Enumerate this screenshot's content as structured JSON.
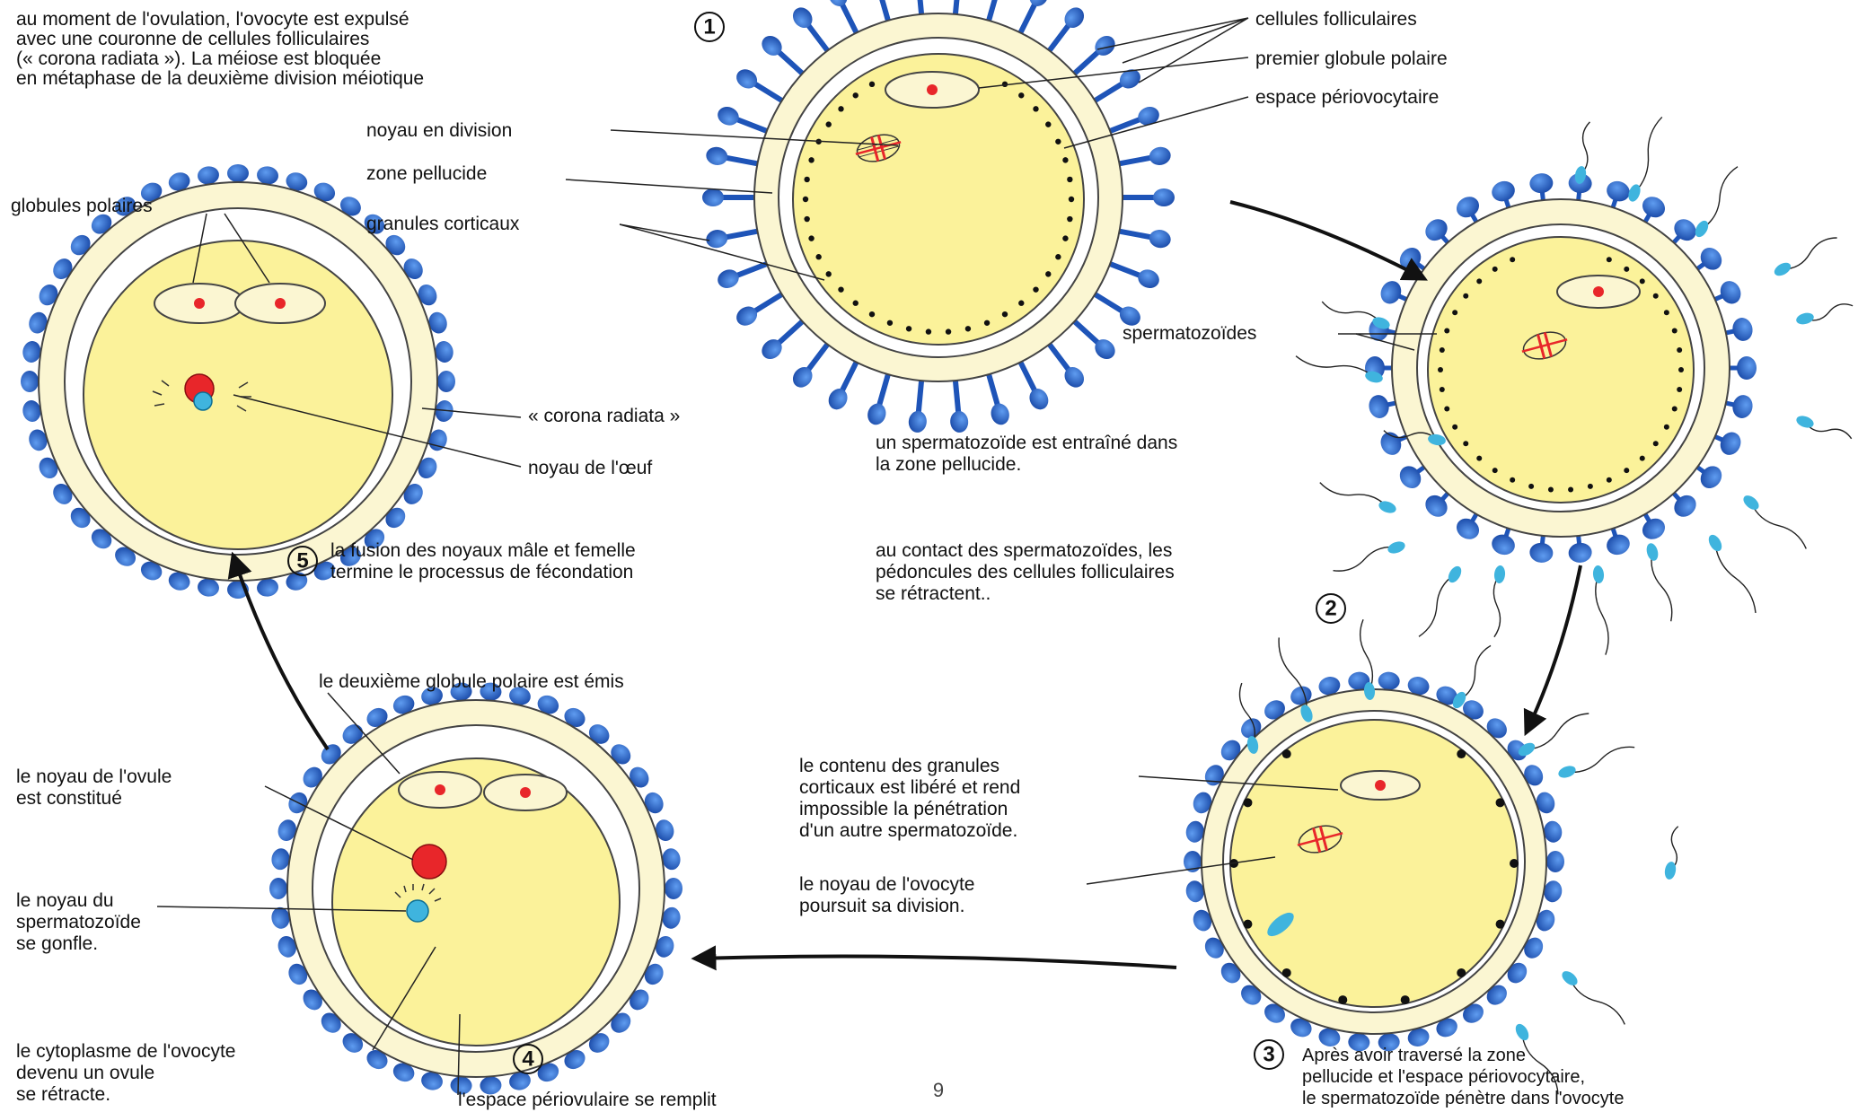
{
  "stage1": {
    "intro": [
      "au moment de l'ovulation, l'ovocyte est expulsé",
      "avec une couronne de cellules folliculaires",
      "(« corona radiata »). La méiose est bloquée",
      "en métaphase de la deuxième division méiotique"
    ],
    "number": "1",
    "labels": {
      "cellules": "cellules folliculaires",
      "premier": "premier globule polaire",
      "espace": "espace périovocytaire",
      "noyau": "noyau en division",
      "zone": "zone pellucide",
      "granules": "granules corticaux"
    }
  },
  "stage2": {
    "number": "2",
    "sperm_label": "spermatozoïdes",
    "text_a": [
      "un spermatozoïde est entraîné dans",
      "la zone pellucide."
    ],
    "text_b": [
      "au contact des spermatozoïdes, les",
      "pédoncules des cellules folliculaires",
      "se rétractent.."
    ]
  },
  "stage3": {
    "number": "3",
    "granules_text": [
      "le contenu des granules",
      "corticaux est libéré et rend",
      "impossible la pénétration",
      "d'un autre spermatozoïde."
    ],
    "noyau_text": [
      "le noyau de l'ovocyte",
      "poursuit sa division."
    ],
    "caption": [
      "Après avoir traversé la zone",
      "pellucide et l'espace périovocytaire,",
      "le spermatozoïde pénètre dans l'ovocyte"
    ]
  },
  "stage4": {
    "number": "4",
    "deuxieme": "le deuxième globule polaire est émis",
    "ovule": [
      "le noyau de l'ovule",
      "est constitué"
    ],
    "sperm_nucleus": [
      "le noyau du",
      "spermatozoïde",
      "se gonfle."
    ],
    "cytoplasm": [
      "le cytoplasme de l'ovocyte",
      "devenu un ovule",
      "se rétracte."
    ],
    "espace": "l'espace périovulaire se remplit"
  },
  "stage5": {
    "number": "5",
    "globules": "globules polaires",
    "corona": "« corona radiata »",
    "noyau_oeuf": "noyau de l'œuf",
    "fusion": [
      "la fusion des noyaux mâle et femelle",
      "termine le processus de fécondation"
    ]
  },
  "page_number": "9",
  "colors": {
    "cytoplasm": "#fbf29a",
    "zone": "#fbf6d2",
    "corona_cell": "#1e54b8",
    "corona_cell_light": "#3d7fe0",
    "sperm": "#3fb4de",
    "red_nucleus": "#e8262a"
  }
}
